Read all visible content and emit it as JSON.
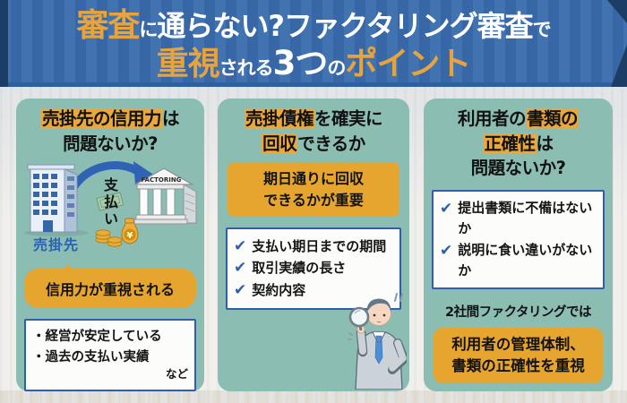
{
  "colors": {
    "header_blue": "#3A6DAE",
    "header_navy": "#1C3E66",
    "accent_gold": "#E6A52F",
    "highlight_gold": "#E9A73C",
    "panel_teal": "#8CBDB2",
    "check_blue": "#2B5FB0",
    "box_border_blue": "#2E5FA8",
    "label_blue": "#2B62B5"
  },
  "header": {
    "line1": {
      "emph1": "審査",
      "small1": "に",
      "main1": "通らない?ファクタリング審査",
      "small2": "で"
    },
    "line2": {
      "emph1": "重視",
      "small1": "される",
      "big1": "3つ",
      "small2": "の",
      "emph2": "ポイント"
    }
  },
  "panel1": {
    "title": {
      "highlight": "売掛先の信用力",
      "rest": "は",
      "line2": "問題ないか?"
    },
    "illustration": {
      "building_label": "売掛先",
      "payment_label": "支払い",
      "bank_label": "FACTORING"
    },
    "bubble": "信用力が重視される",
    "list_items": [
      "・経営が安定している",
      "・過去の支払い実績"
    ],
    "list_suffix": "など"
  },
  "panel2": {
    "title": {
      "highlight1": "売掛債権",
      "rest1": "を確実に",
      "highlight2": "回収",
      "rest2": "できるか"
    },
    "callout": {
      "line1": "期日通りに回収",
      "line2": "できるかが重要"
    },
    "checklist": [
      "支払い期日までの期間",
      "取引実績の長さ",
      "契約内容"
    ]
  },
  "panel3": {
    "title": {
      "pre": "利用者の",
      "highlight1": "書類の",
      "highlight2": "正確性",
      "rest": "は",
      "line3": "問題ないか?"
    },
    "checklist": [
      "提出書類に不備はないか",
      "説明に食い違いがないか"
    ],
    "note": "2社間ファクタリングでは",
    "callout": {
      "line1": "利用者の管理体制、",
      "line2": "書類の正確性を重視"
    }
  }
}
